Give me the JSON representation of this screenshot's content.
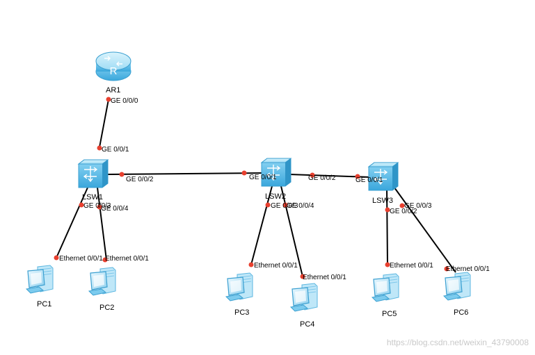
{
  "devices": {
    "ar1": {
      "name": "AR1",
      "icon": "router-icon",
      "glyph": "R"
    },
    "lsw1": {
      "name": "LSW1",
      "icon": "switch-icon"
    },
    "lsw2": {
      "name": "LSW2",
      "icon": "switch-icon"
    },
    "lsw3": {
      "name": "LSW3",
      "icon": "switch-icon"
    },
    "pc1": {
      "name": "PC1",
      "icon": "pc-icon"
    },
    "pc2": {
      "name": "PC2",
      "icon": "pc-icon"
    },
    "pc3": {
      "name": "PC3",
      "icon": "pc-icon"
    },
    "pc4": {
      "name": "PC4",
      "icon": "pc-icon"
    },
    "pc5": {
      "name": "PC5",
      "icon": "pc-icon"
    },
    "pc6": {
      "name": "PC6",
      "icon": "pc-icon"
    }
  },
  "ports": {
    "ar1_ge000": "GE 0/0/0",
    "lsw1_ge001": "GE 0/0/1",
    "lsw1_ge002": "GE 0/0/2",
    "lsw1_ge003": "GE 0/0/3",
    "lsw1_ge004": "GE 0/0/4",
    "lsw2_ge001": "GE 0/0/1",
    "lsw2_ge002": "GE 0/0/2",
    "lsw2_ge003": "GE 0/0/3",
    "lsw2_ge004": "GE 0/0/4",
    "lsw3_ge001": "GE 0/0/1",
    "lsw3_ge002": "GE 0/0/2",
    "lsw3_ge003": "GE 0/0/3",
    "pc1_eth": "Ethernet 0/0/1",
    "pc2_eth": "Ethernet 0/0/1",
    "pc3_eth": "Ethernet 0/0/1",
    "pc4_eth": "Ethernet 0/0/1",
    "pc5_eth": "Ethernet 0/0/1",
    "pc6_eth": "Ethernet 0/0/1"
  },
  "watermark": "https://blog.csdn.net/weixin_43790008",
  "colors": {
    "link": "#000000",
    "port_dot": "#e8402f",
    "device_blue": "#4fb8e6"
  }
}
